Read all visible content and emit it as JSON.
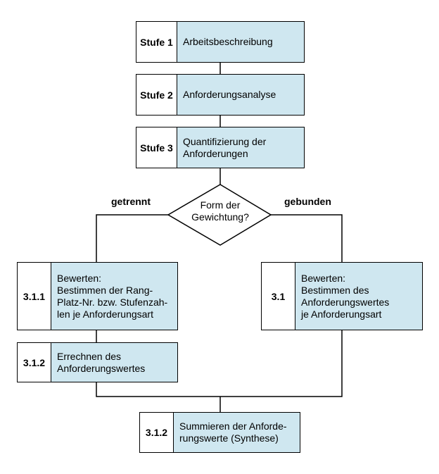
{
  "steps": {
    "s1": {
      "label": "Stufe 1",
      "text": "Arbeitsbeschreibung"
    },
    "s2": {
      "label": "Stufe 2",
      "text": "Anforderungsanalyse"
    },
    "s3": {
      "label": "Stufe 3",
      "text": "Quantifizierung der\nAnforderungen"
    },
    "s311": {
      "label": "3.1.1",
      "text": "Bewerten:\nBestimmen der Rang-\nPlatz-Nr. bzw. Stufenzah-\nlen je Anforderungsart"
    },
    "s31": {
      "label": "3.1",
      "text": "Bewerten:\nBestimmen des\nAnforderungswertes\nje Anforderungsart"
    },
    "s312": {
      "label": "3.1.2",
      "text": "Errechnen des\nAnforderungswertes"
    },
    "sfinal": {
      "label": "3.1.2",
      "text": "Summieren der Anforde-\nrungswerte (Synthese)"
    }
  },
  "decision": {
    "text": "Form der\nGewichtung?"
  },
  "branches": {
    "left": "getrennt",
    "right": "gebunden"
  }
}
